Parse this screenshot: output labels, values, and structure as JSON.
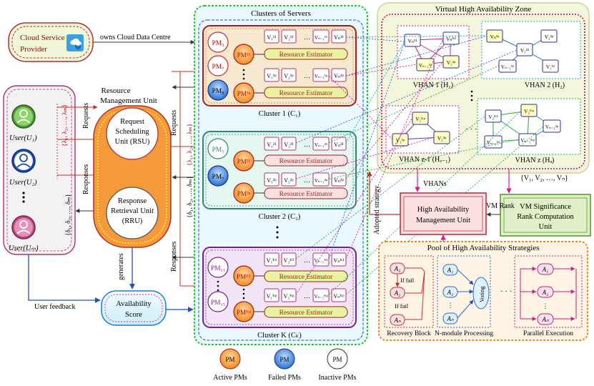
{
  "cloud_provider": {
    "line1": "Cloud Service",
    "line2": "Provider",
    "owns_label": "owns Cloud Data Centre"
  },
  "users": {
    "u1": "User(U₁)",
    "u2": "User(U₂)",
    "um": "User(Uₘ)",
    "requests": "Requests",
    "responses": "Responses",
    "lambda_seq": "{λ₁, λ₂, …, λₘ}",
    "delta_seq": "{δ₁, δ₂, …, δₘ}",
    "user_feedback": "User feedback"
  },
  "rmu": {
    "title1": "Resource",
    "title2": "Management Unit",
    "rsu1": "Request",
    "rsu2": "Scheduling",
    "rsu3": "Unit (RSU)",
    "rru1": "Response",
    "rru2": "Retrieval Unit",
    "rru3": "(RRU)",
    "generates": "generates",
    "availability1": "Availability",
    "availability2": "Score"
  },
  "clusters": {
    "title": "Clusters of Servers",
    "requests": "Requests",
    "responses": "Responses",
    "lambda_seq": "{λ₁, λ₂, …, λₘ}",
    "delta_seq": "{δ₁, δ₂, …, δₘ}",
    "resource_estimator": "Resource Estimator",
    "c1_label": "Cluster 1 (C₁)",
    "c2_label": "Cluster 2 (C₂)",
    "ck_label": "Cluster K (Cₖ)",
    "c1_pms": [
      "PM₃",
      "PM₇",
      "PM₉"
    ],
    "c1_active": [
      "PM¹¹",
      "PM¹ᵖ"
    ],
    "c1_vms_row1": [
      "V₁¹¹",
      "V₂¹¹",
      "Vₙ₋₁¹¹",
      "Vₙ¹¹"
    ],
    "c1_vms_row2": [
      "V₁¹ᵖ",
      "V₂¹ᵖ",
      "Vₙ₋₁¹ᵖ",
      "Vₙ¹ᵖ"
    ],
    "c2_pms": [
      "PM₅",
      "PM₇"
    ],
    "c2_active": [
      "PM²¹",
      "PM²ᵖ"
    ],
    "c2_vms_row1": [
      "V₁²¹",
      "V₂²¹",
      "Vₙ₋₁²¹",
      "Vₙ²¹"
    ],
    "c2_vms_row2": [
      "V₁²ᵖ",
      "V₂²ᵖ",
      "Vₙ₋₁²ᵖ",
      "Vₙ²ᵖ"
    ],
    "ck_pms": [
      "PM₁₁",
      "PM₁₅"
    ],
    "ck_active": [
      "PMᴷ¹",
      "PMᴷᵖ"
    ],
    "ck_vms_row1": [
      "V₁ᴷ¹",
      "V₂ᴷ¹",
      "Vₙ₋₁ᴷ¹",
      "Vₙᴷ¹"
    ],
    "ck_vms_row2": [
      "V₁ᴷᵖ",
      "V₂ᴷᵖ",
      "Vₙ₋₁ᴷᵖ",
      "Vₙᴷᵖ"
    ]
  },
  "legend": {
    "pm": "PM",
    "active": "Active PMs",
    "failed": "Failed PMs",
    "inactive": "Inactive PMs"
  },
  "vhaz": {
    "title": "Virtual High Availability Zone",
    "vhan1": "VHAN 1 (H₁)",
    "vhan2": "VHAN 2 (H₂)",
    "vhanz1": "VHAN z-1 (Hₔ₋₁)",
    "vhanz": "VHAN z (Hₔ)",
    "vhan1_nodes": [
      "Vₙ²¹",
      "Vₙᴷ¹",
      "Vₙ₋₁¹ᵖ",
      "V₂²ᵖ"
    ],
    "vhan2_nodes": [
      "Vₙ¹ᵖ",
      "V₁²¹",
      "V₂²ᵖ",
      "Vₙ₋₁²¹",
      "V₁¹¹"
    ],
    "vhanz1_nodes": [
      "V₂ᴷᵖ",
      "V₁¹ᵖ",
      "V₂²ᵖ"
    ],
    "vhanz_nodes": [
      "V₂ᴷ¹",
      "V₂ᴷᵖ",
      "Vₙ₋₁¹¹",
      "Vₙ₋₁ᴷᵖ",
      "Vₙ₋₁²ᵖ"
    ]
  },
  "ham": {
    "line1": "High Availability",
    "line2": "Management Unit",
    "vhans": "VHANs",
    "adopted": "Adopted strategy",
    "vm_rank": "VM Rank",
    "vmset": "{V₁, V₂, …, Vₙ}"
  },
  "vmsr": {
    "line1": "VM Significance",
    "line2": "Rank Computation",
    "line3": "Unit"
  },
  "pool": {
    "title": "Pool of High Availability Strategies",
    "recovery": "Recovery Block",
    "nmodule": "N-module Processing",
    "parallel": "Parallel Execution",
    "if_fail1": "If fail",
    "if_fail2": "If fail",
    "voting": "Voting",
    "a1": "A₁",
    "a2": "A₂",
    "an": "Aₙ"
  },
  "colors": {
    "active": "#f0a040",
    "failed": "#3a7ed8",
    "accent_red": "#c00000",
    "cluster_green": "#22aa44"
  }
}
